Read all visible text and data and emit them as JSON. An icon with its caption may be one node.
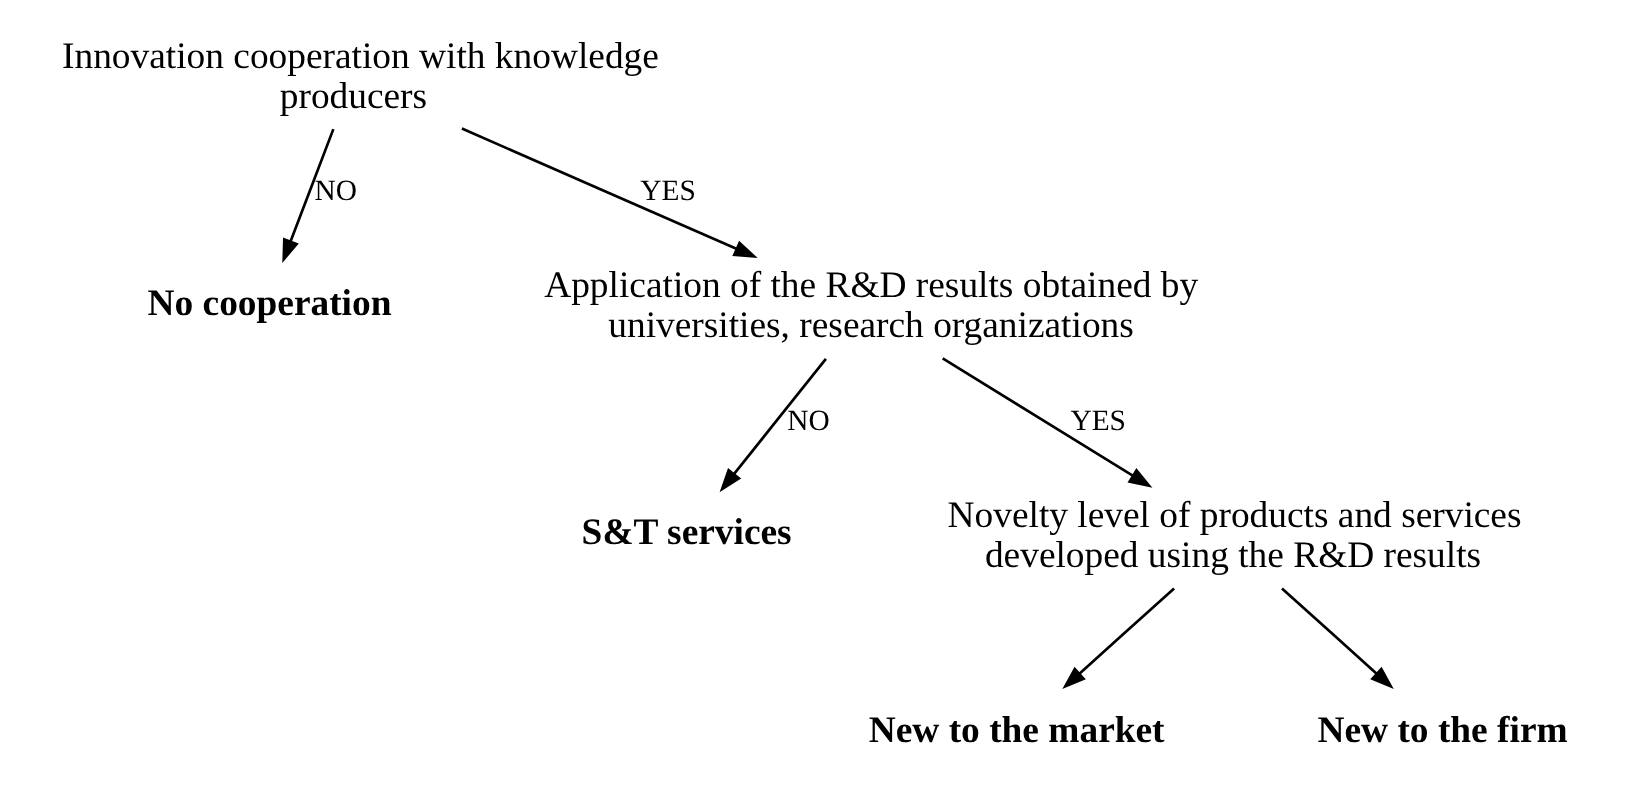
{
  "diagram": {
    "nodes": [
      {
        "text": [
          "Innovation cooperation with knowledge producers"
        ]
      },
      {
        "text": [
          "No cooperation"
        ]
      },
      {
        "text": [
          "Application of the R&D results obtained by universities, research organizations"
        ]
      },
      {
        "text": [
          "S&T services"
        ]
      },
      {
        "text": [
          "Novelty level of products and services developed using the R&D results"
        ]
      },
      {
        "text": [
          "New to the market"
        ]
      },
      {
        "text": [
          "New to the firm"
        ]
      }
    ],
    "edges": [
      {
        "from": 0,
        "to": 1,
        "arrow": "to",
        "label": "NO"
      },
      {
        "from": 0,
        "to": 2,
        "arrow": "to",
        "label": "YES"
      },
      {
        "from": 2,
        "to": 3,
        "arrow": "to",
        "label": "NO"
      },
      {
        "from": 2,
        "to": 4,
        "arrow": "to",
        "label": "YES"
      },
      {
        "from": 4,
        "to": 5,
        "arrow": "to"
      },
      {
        "from": 4,
        "to": 6,
        "arrow": "to"
      }
    ]
  }
}
